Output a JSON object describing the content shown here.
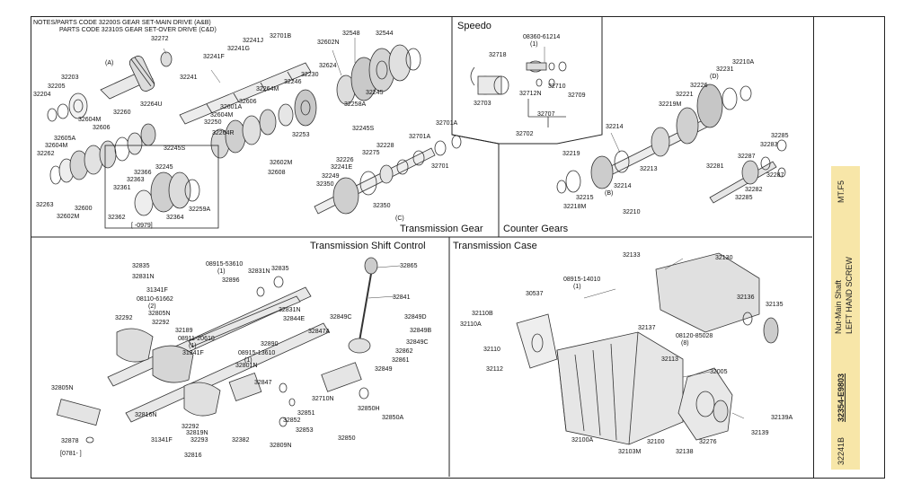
{
  "notes": {
    "line1": "NOTES/PARTS CODE 32200S GEAR SET-MAIN DRIVE (A&B)",
    "line2": "PARTS CODE 32310S GEAR SET-OVER DRIVE (C&D)"
  },
  "sections": {
    "speedo": "Speedo",
    "transmission_gear": "Transmission Gear",
    "counter_gears": "Counter Gears",
    "shift_control": "Transmission Shift Control",
    "transmission_case": "Transmission Case"
  },
  "side_panel": {
    "model": "MT.F5",
    "title_line1": "Nut-Main Shaft",
    "title_line2": "LEFT HAND SCREW",
    "part_number": "32354-E9803",
    "ref_code": "32241B"
  },
  "labels": {
    "gear": [
      "32272",
      "(A)",
      "32203",
      "32205",
      "32204",
      "32241",
      "32241F",
      "32241G",
      "32241J",
      "32701B",
      "32602N",
      "32548",
      "32544",
      "32624",
      "32230",
      "32264M",
      "32246",
      "32245",
      "32258A",
      "32245S",
      "32253",
      "32264U",
      "32260",
      "32604M",
      "32606",
      "32605A",
      "32604M",
      "32262",
      "32601A",
      "32604M",
      "32606",
      "32250",
      "32264R",
      "32602M",
      "32608",
      "32245S",
      "32245",
      "32366",
      "32363",
      "32361",
      "32259A",
      "32364",
      "32362",
      "[ -0979]",
      "32263",
      "32600",
      "32602M",
      "32228",
      "32275",
      "32701A",
      "32701A",
      "32226",
      "32241E",
      "32249",
      "32350",
      "32701",
      "32350",
      "(C)"
    ],
    "speedo": [
      "08360-61214",
      "(1)",
      "32718",
      "32703",
      "32712N",
      "32710",
      "32709",
      "32707",
      "32702"
    ],
    "counter": [
      "32210A",
      "32231",
      "(D)",
      "32226",
      "32221",
      "32219M",
      "32214",
      "32219",
      "32213",
      "(B)",
      "32214",
      "32215",
      "32218M",
      "32210",
      "32285",
      "32283",
      "32287",
      "32281",
      "32282",
      "32287",
      "32285"
    ],
    "shift": [
      "32835",
      "32831N",
      "31341F",
      "08110-61662",
      "(2)",
      "32805N",
      "32292",
      "32292",
      "32189",
      "08911-20610",
      "(1)",
      "31341F",
      "08915-53610",
      "(1)",
      "32896",
      "32831N",
      "32835",
      "32831N",
      "32844E",
      "32890",
      "08915-13610",
      "(1)",
      "32801N",
      "32865",
      "32841",
      "32849C",
      "32849D",
      "32849B",
      "32849C",
      "32847A",
      "32862",
      "32861",
      "32849",
      "32847",
      "32710N",
      "32850H",
      "32850A",
      "32851",
      "32852",
      "32853",
      "32850",
      "32805N",
      "32816N",
      "31341F",
      "32292",
      "32819N",
      "32293",
      "32382",
      "32809N",
      "32816",
      "32878",
      "[0781- ]"
    ],
    "case": [
      "32133",
      "32130",
      "08915-14010",
      "(1)",
      "30537",
      "32110B",
      "32110A",
      "32110",
      "32112",
      "32136",
      "32135",
      "32137",
      "08120-85028",
      "(8)",
      "32113",
      "32005",
      "32100A",
      "32100",
      "32103M",
      "32138",
      "32276",
      "32139",
      "32139A"
    ]
  }
}
